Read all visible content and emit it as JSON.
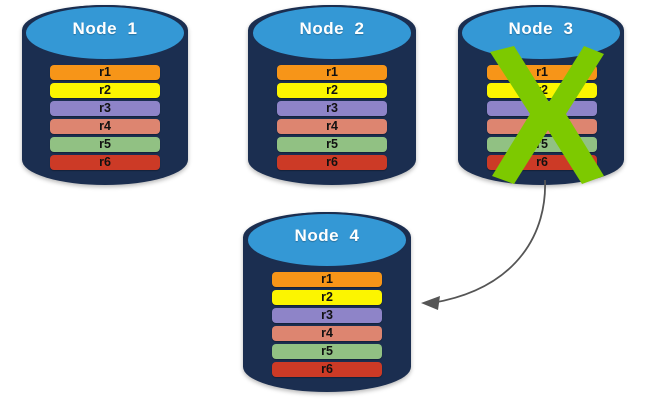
{
  "diagram": {
    "title_text_format": "Node  {n}",
    "colors": {
      "cylinder_body": "#1B2E50",
      "cylinder_top": "#3498D5",
      "x_mark": "#7DC900",
      "arrow": "#555555",
      "background": "#FFFFFF"
    },
    "record_colors": {
      "r1": "#F79518",
      "r2": "#FCF500",
      "r3": "#8E84C8",
      "r4": "#DD8570",
      "r5": "#91C183",
      "r6": "#CC3A26"
    },
    "nodes": [
      {
        "id": "node-1",
        "label": "Node  1",
        "failed": false,
        "records": [
          {
            "label": "r1",
            "color": "#F79518"
          },
          {
            "label": "r2",
            "color": "#FCF500"
          },
          {
            "label": "r3",
            "color": "#8E84C8"
          },
          {
            "label": "r4",
            "color": "#DD8570"
          },
          {
            "label": "r5",
            "color": "#91C183"
          },
          {
            "label": "r6",
            "color": "#CC3A26"
          }
        ]
      },
      {
        "id": "node-2",
        "label": "Node  2",
        "failed": false,
        "records": [
          {
            "label": "r1",
            "color": "#F79518"
          },
          {
            "label": "r2",
            "color": "#FCF500"
          },
          {
            "label": "r3",
            "color": "#8E84C8"
          },
          {
            "label": "r4",
            "color": "#DD8570"
          },
          {
            "label": "r5",
            "color": "#91C183"
          },
          {
            "label": "r6",
            "color": "#CC3A26"
          }
        ]
      },
      {
        "id": "node-3",
        "label": "Node  3",
        "failed": true,
        "records": [
          {
            "label": "r1",
            "color": "#F79518"
          },
          {
            "label": "r2",
            "color": "#FCF500"
          },
          {
            "label": "r3",
            "color": "#8E84C8"
          },
          {
            "label": "r4",
            "color": "#DD8570"
          },
          {
            "label": "r5",
            "color": "#91C183"
          },
          {
            "label": "r6",
            "color": "#CC3A26"
          }
        ]
      },
      {
        "id": "node-4",
        "label": "Node  4",
        "failed": false,
        "records": [
          {
            "label": "r1",
            "color": "#F79518"
          },
          {
            "label": "r2",
            "color": "#FCF500"
          },
          {
            "label": "r3",
            "color": "#8E84C8"
          },
          {
            "label": "r4",
            "color": "#DD8570"
          },
          {
            "label": "r5",
            "color": "#91C183"
          },
          {
            "label": "r6",
            "color": "#CC3A26"
          }
        ]
      }
    ],
    "annotations": {
      "failure_mark": "x-cross",
      "arrow": {
        "from_node": "node-3",
        "to_node": "node-4",
        "style": "curved-arrow"
      }
    }
  }
}
